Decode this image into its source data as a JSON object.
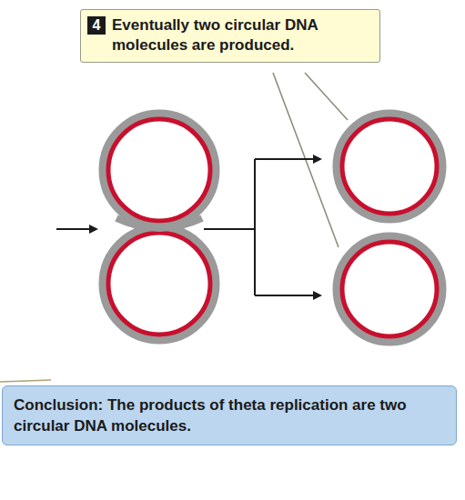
{
  "diagram": {
    "nodes": [
      {
        "text": [
          "4",
          "Eventually two circular DNA molecules are produced."
        ]
      },
      {
        "text": [
          "Conclusion: The products of theta replication are two circular DNA molecules."
        ]
      }
    ]
  }
}
